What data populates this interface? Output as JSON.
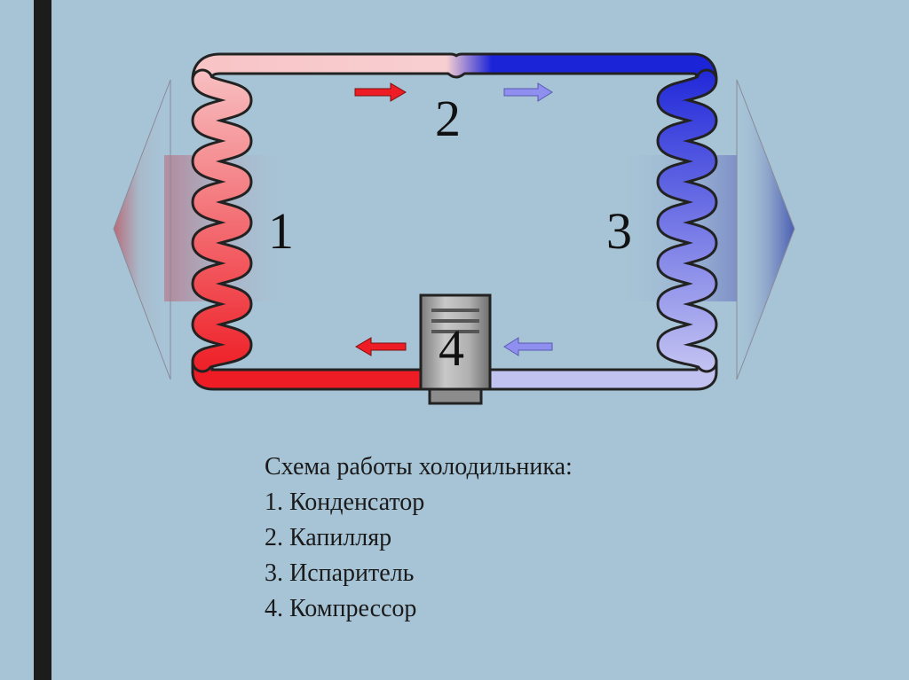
{
  "diagram": {
    "labels": {
      "condenser": "1",
      "capillary": "2",
      "evaporator": "3",
      "compressor": "4"
    },
    "colors": {
      "background": "#a7c4d6",
      "hot": "#ee1c24",
      "hot_light": "#f6a3a6",
      "cold": "#1c24d8",
      "cold_light": "#b9b9ee",
      "compressor": "#9a9a9a"
    }
  },
  "caption": {
    "title": "Схема работы холодильника:",
    "items": [
      "1. Конденсатор",
      "2. Капилляр",
      "3. Испаритель",
      "4. Компрессор"
    ]
  }
}
